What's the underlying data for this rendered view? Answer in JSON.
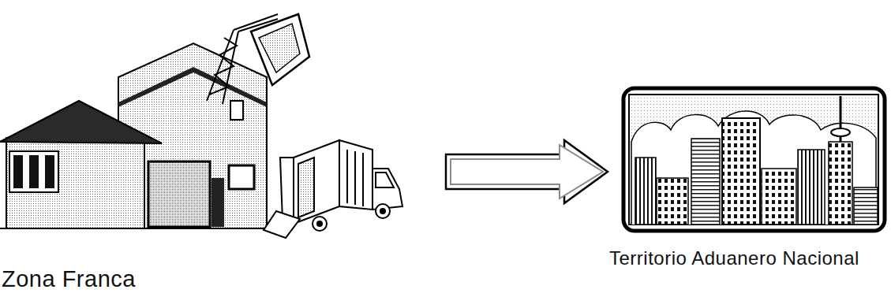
{
  "diagram": {
    "nodes": [
      {
        "text": [
          "Zona Franca"
        ]
      },
      {
        "text": [
          "Territorio Aduanero Nacional"
        ]
      }
    ],
    "edges": [
      {
        "from": 0,
        "to": 1,
        "arrow": "to"
      }
    ]
  }
}
